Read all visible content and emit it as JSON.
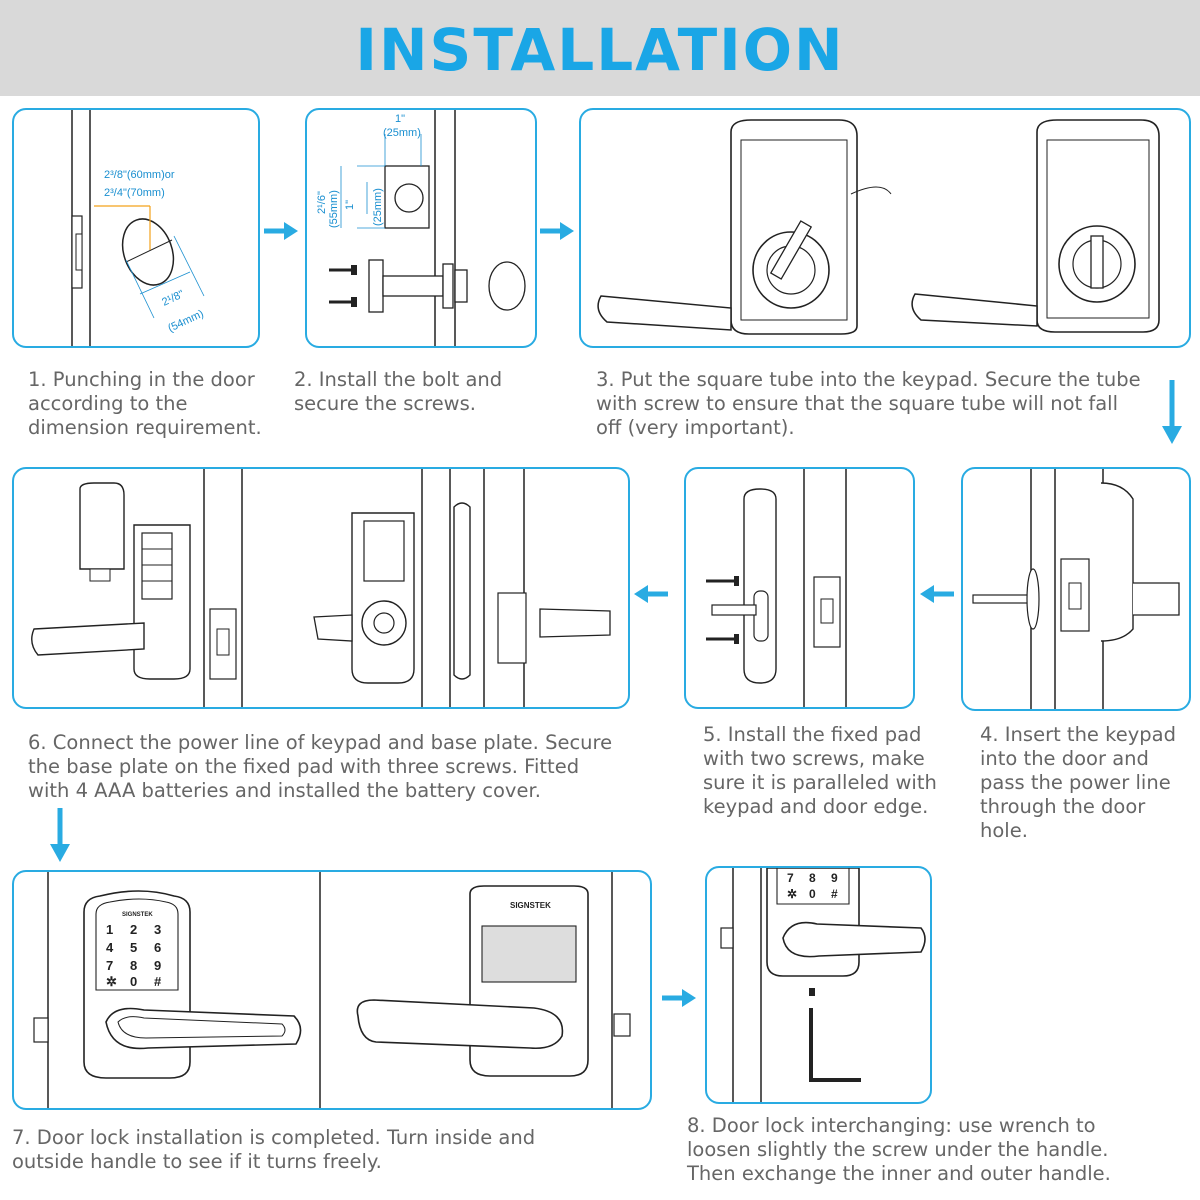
{
  "title": "INSTALLATION",
  "accent_color": "#29abe2",
  "panel1": {
    "dim_a": "2³/8\"(60mm)or",
    "dim_b": "2³/4\"(70mm)",
    "dim_c": "2¹/8\"",
    "dim_d": "(54mm)"
  },
  "panel2": {
    "w_in": "1\"",
    "w_mm": "(25mm)",
    "h_in": "2¹/6\"",
    "h_mm": "(55mm)",
    "h2_in": "1\"",
    "h2_mm": "(25mm)"
  },
  "panel7": {
    "brand": "SIGNSTEK",
    "keys": [
      "1",
      "2",
      "3",
      "4",
      "5",
      "6",
      "7",
      "8",
      "9",
      "✲",
      "0",
      "#"
    ]
  },
  "panel8": {
    "keys": [
      "7",
      "8",
      "9",
      "✲",
      "0",
      "#"
    ]
  },
  "steps": {
    "s1": [
      "1. Punching in the door",
      "according to the",
      "dimension requirement."
    ],
    "s2": [
      "2. Install the bolt and",
      "secure the screws."
    ],
    "s3": [
      "3. Put the square tube into the keypad. Secure the tube",
      "with screw to ensure that the square tube will not fall",
      "off (very important)."
    ],
    "s4": [
      "4. Insert the keypad",
      "into the door and",
      "pass the power line",
      "through the door",
      "hole."
    ],
    "s5": [
      "5. Install the fixed pad",
      "with two screws, make",
      "sure it is paralleled with",
      "keypad and door edge."
    ],
    "s6": [
      "6. Connect the power line of keypad and base plate. Secure",
      "the base plate on the fixed pad with three screws. Fitted",
      "with 4 AAA batteries and installed the battery cover."
    ],
    "s7": [
      "7. Door lock installation is completed. Turn inside and",
      "outside handle to see if it turns freely."
    ],
    "s8": [
      "8. Door lock interchanging: use wrench to",
      "loosen slightly the screw under the handle.",
      "Then exchange the inner and outer handle."
    ]
  }
}
